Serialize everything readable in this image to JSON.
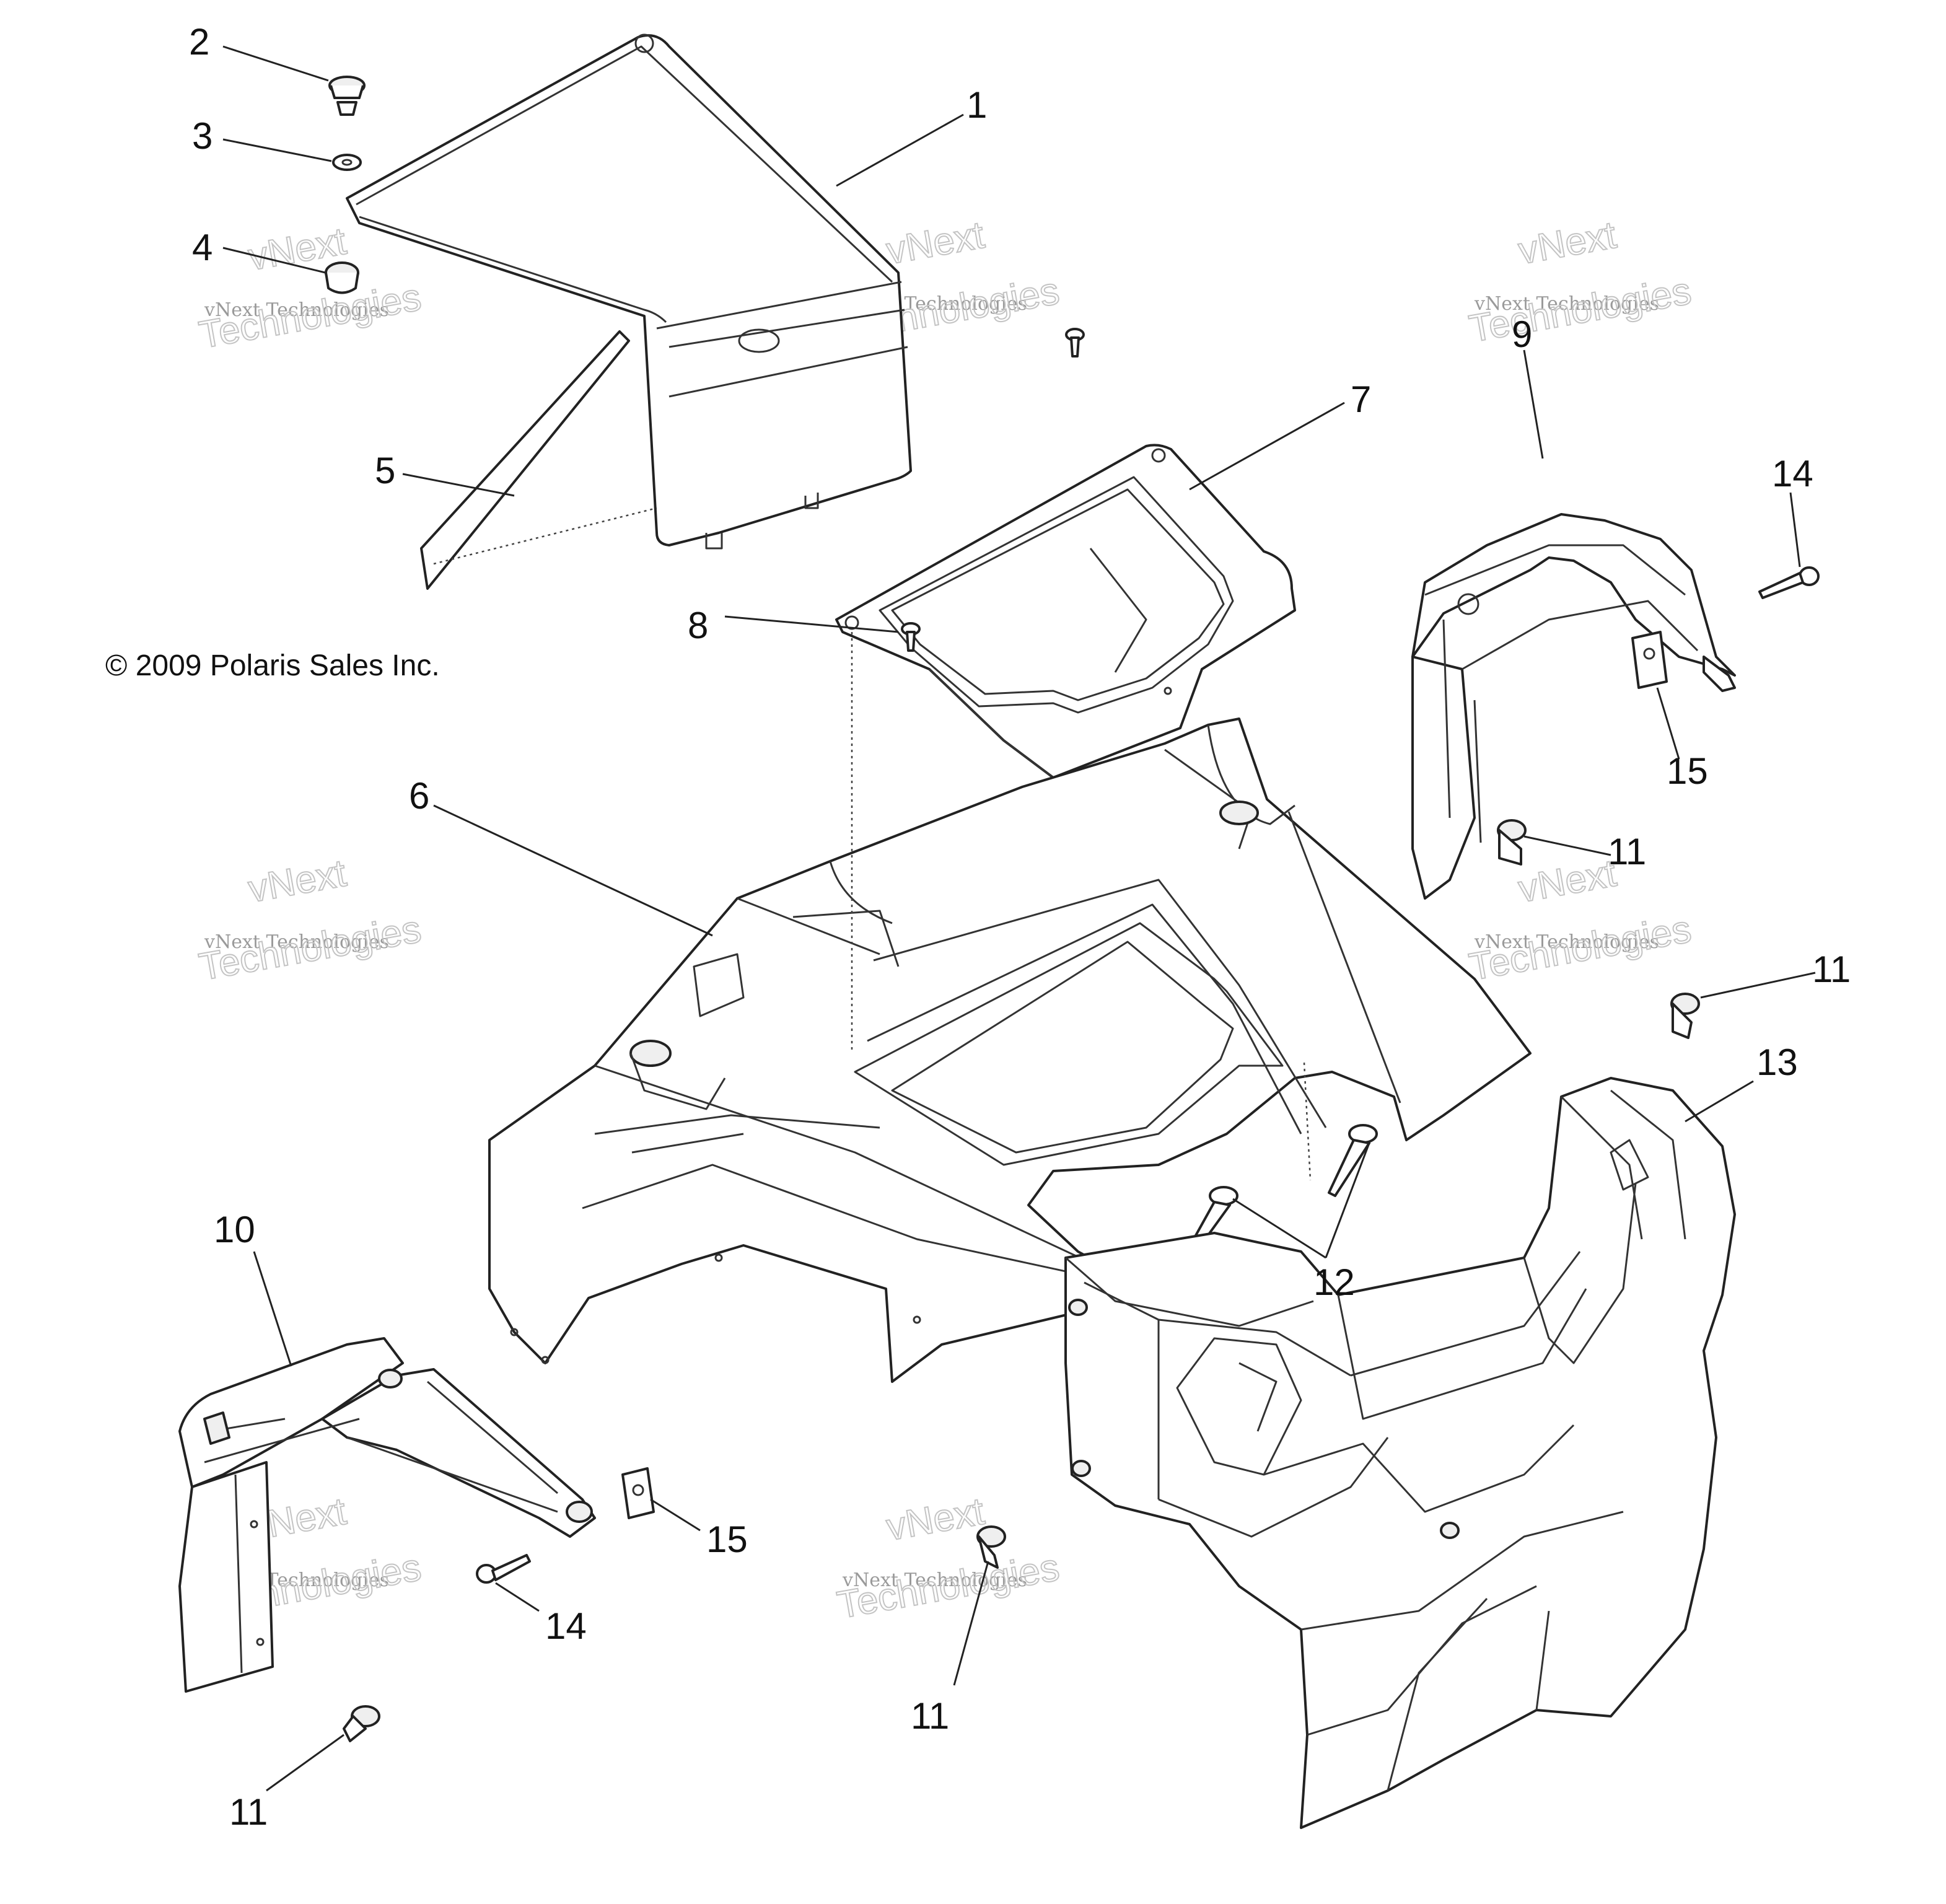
{
  "copyright": "© 2009 Polaris Sales Inc.",
  "callouts": {
    "c1": "1",
    "c2": "2",
    "c3": "3",
    "c4": "4",
    "c5": "5",
    "c6": "6",
    "c7": "7",
    "c8": "8",
    "c9": "9",
    "c10": "10",
    "c11a": "11",
    "c11b": "11",
    "c11c": "11",
    "c11d": "11",
    "c12": "12",
    "c13": "13",
    "c14a": "14",
    "c14b": "14",
    "c15a": "15",
    "c15b": "15"
  },
  "watermark": {
    "line1": "vNext",
    "line2": "vNext Technologies",
    "line3": "Technologies"
  },
  "colors": {
    "line": "#222222",
    "watermark": "#c4c4c4"
  }
}
